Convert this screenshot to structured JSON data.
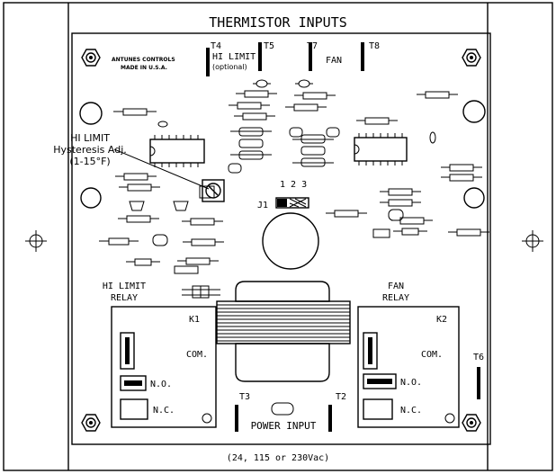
{
  "title": "THERMISTOR INPUTS",
  "manufacturer": {
    "line1": "ANTUNES CONTROLS",
    "line2": "MADE IN U.S.A."
  },
  "terminals": {
    "t4": "T4",
    "t5": "T5",
    "t7": "T7",
    "t8": "T8",
    "t3": "T3",
    "t2": "T2",
    "t6": "T6"
  },
  "hi_limit_terminal_label": {
    "line1": "HI LIMIT",
    "line2": "(optional)"
  },
  "fan_terminal_label": "FAN",
  "adjustment_callout": {
    "line1": "HI LIMIT",
    "line2": "Hysteresis Adj.",
    "line3": "(1-15°F)"
  },
  "jumper": {
    "label": "J1",
    "positions": "1 2 3"
  },
  "relays": {
    "hi_limit": {
      "title_line1": "HI LIMIT",
      "title_line2": "RELAY",
      "id": "K1",
      "com": "COM.",
      "no": "N.O.",
      "nc": "N.C."
    },
    "fan": {
      "title_line1": "FAN",
      "title_line2": "RELAY",
      "id": "K2",
      "com": "COM.",
      "no": "N.O.",
      "nc": "N.C."
    }
  },
  "power_input_label": "POWER INPUT",
  "voltage_note": "(24, 115 or 230Vac)"
}
